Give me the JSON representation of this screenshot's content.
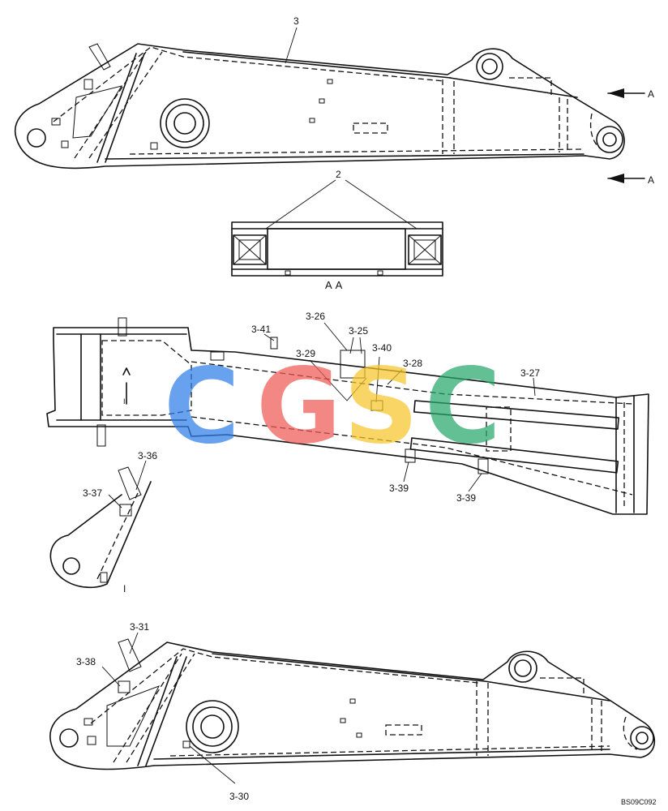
{
  "callouts": {
    "top": "3",
    "section_arrow_upper": "A",
    "section_arrow_lower": "A",
    "section_parts": "2",
    "section_title": "AA",
    "c3_26": "3-26",
    "c3_25": "3-25",
    "c3_41": "3-41",
    "c3_29": "3-29",
    "c3_40": "3-40",
    "c3_28": "3-28",
    "c3_27": "3-27",
    "c3_39a": "3-39",
    "c3_39b": "3-39",
    "c3_36": "3-36",
    "c3_37": "3-37",
    "detail_ref": "I",
    "detail_label": "I",
    "c3_31": "3-31",
    "c3_38": "3-38",
    "c3_30": "3-30"
  },
  "watermark": {
    "letters": [
      "C",
      "G",
      "S",
      "C"
    ],
    "colors": [
      "#2f7fe8",
      "#ef5a55",
      "#f7c52a",
      "#26a86b"
    ]
  },
  "footer": {
    "drawing_code": "BS09C092"
  }
}
